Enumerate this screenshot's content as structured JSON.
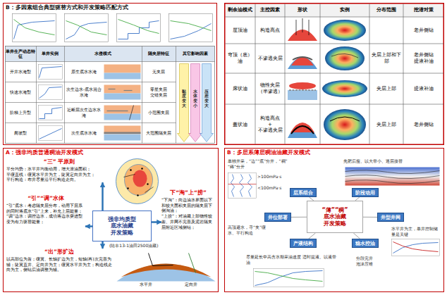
{
  "diagram": {
    "nodes": [
      {
        "text": [
          "B：多因素组合典型驱替方式和开发策略匹配方式"
        ]
      },
      {
        "text": [
          "A：强非均质普通稠油开发模式"
        ]
      },
      {
        "text": [
          "B：多层系薄层稠油油藏开发模式"
        ]
      },
      {
        "text": [
          "强非均质型 底水油藏 开发策略"
        ],
        "in": 1
      },
      {
        "text": [
          "“三” 平原则",
          "平分均势：水平井均衡动用，增大泄油面积；",
          "平缓直线：缓翼水平井为主，陡翼定向井为主；",
          "平行构造：布井尽量沿平行构造走向。"
        ],
        "in": 1
      },
      {
        "text": [
          "“引”“调”水体",
          "“引”底水：考虑隔夹层分布，动用下层系的同时将底水“引”上来，补充上层能量；",
          "“调”边水：调控边水，成功将边水突进型变为有力驱替能量；"
        ],
        "in": 1
      },
      {
        "text": [
          "下“淘”上“捞”",
          "“下淘”：向边油水界面以下和较大面积夹层的隔夹层下侧淘油；",
          "“上捞”：对油藏上部物性较差、井网不完善及泥岩隔夹层附近区域侧钻；"
        ],
        "in": 1
      },
      {
        "text": [
          "“出”形扩边",
          "以高部位为首；缓翼、长轴扩边为主，短轴(再)次完善为辅；陡翼直井、定向井为主；缓翼水平井为主；构造线走向为主，侧钻后油调整为辅。"
        ],
        "in": 1
      },
      {
        "text": [
          "“薄”“稠” 底水油藏 开发策略"
        ],
        "in": 2
      },
      {
        "text": [
          "层系组合"
        ],
        "in": 2
      },
      {
        "text": [
          "阶段动用"
        ],
        "in": 2
      },
      {
        "text": [
          "井位部署"
        ],
        "in": 2
      },
      {
        "text": [
          "井型井网"
        ],
        "in": 2
      },
      {
        "text": [
          "产液结构"
        ],
        "in": 2
      },
      {
        "text": [
          "稳水控油"
        ],
        "in": 2
      }
    ],
    "edges": [
      {
        "from": 3,
        "to": 4,
        "arrow": "to"
      },
      {
        "from": 3,
        "to": 5,
        "arrow": "to"
      },
      {
        "from": 3,
        "to": 6,
        "arrow": "to"
      },
      {
        "from": 3,
        "to": 7,
        "arrow": "to"
      },
      {
        "from": 8,
        "to": 9,
        "arrow": "none"
      },
      {
        "from": 8,
        "to": 10,
        "arrow": "none"
      },
      {
        "from": 8,
        "to": 11,
        "arrow": "none"
      },
      {
        "from": 8,
        "to": 12,
        "arrow": "none"
      },
      {
        "from": 8,
        "to": 13,
        "arrow": "none"
      },
      {
        "from": 8,
        "to": 14,
        "arrow": "none"
      }
    ],
    "labels": [
      "单井生产动态特征",
      "单井实例",
      "水侵模式",
      "隔夹层特征",
      "其它影响因素",
      "开井水淹型",
      "原生底水水淹",
      "无夹层",
      "快速水淹型",
      "次生边水-底水混合水淹",
      "零星夹层 交错夹层",
      "阶梯上升型",
      "近断层次生边水水淹",
      "小范围夹层",
      "爬坡型",
      "次生底水水淹",
      "大范围隔夹层",
      "黏度变大",
      "水体变小",
      "压差变大",
      "剩余油模式",
      "主控因素",
      "形状",
      "实例",
      "分布范围",
      "挖潜对策",
      "屋顶油",
      "构造高点",
      "老井侧钻",
      "穹顶（底）油",
      "不渗透夹层",
      "夹层上部和下部",
      "老井侧钻 提液补油",
      "席状油",
      "物性夹层（半渗透）",
      "夹层上部",
      "提液补油",
      "盖状油",
      "构造高点 + 不渗透夹层",
      "夹层上部",
      "老井侧钻",
      "(陆丰13-1油田2500油藏)",
      "水平井",
      "定向井",
      "单独开采，“边”“底”分开，“稠” “稀”分开",
      ">100mPa·s",
      "<100mPa·s",
      "先肥后瘦、以大带小、逐层接替",
      "高顶避水，寻“夹”缓水、平行构造",
      "水平井为主，单井控制储量是关键",
      "尽量延长中高含水期采油速度 适时提液、以液带油",
      "分段完井 泡沫压锥"
    ]
  }
}
